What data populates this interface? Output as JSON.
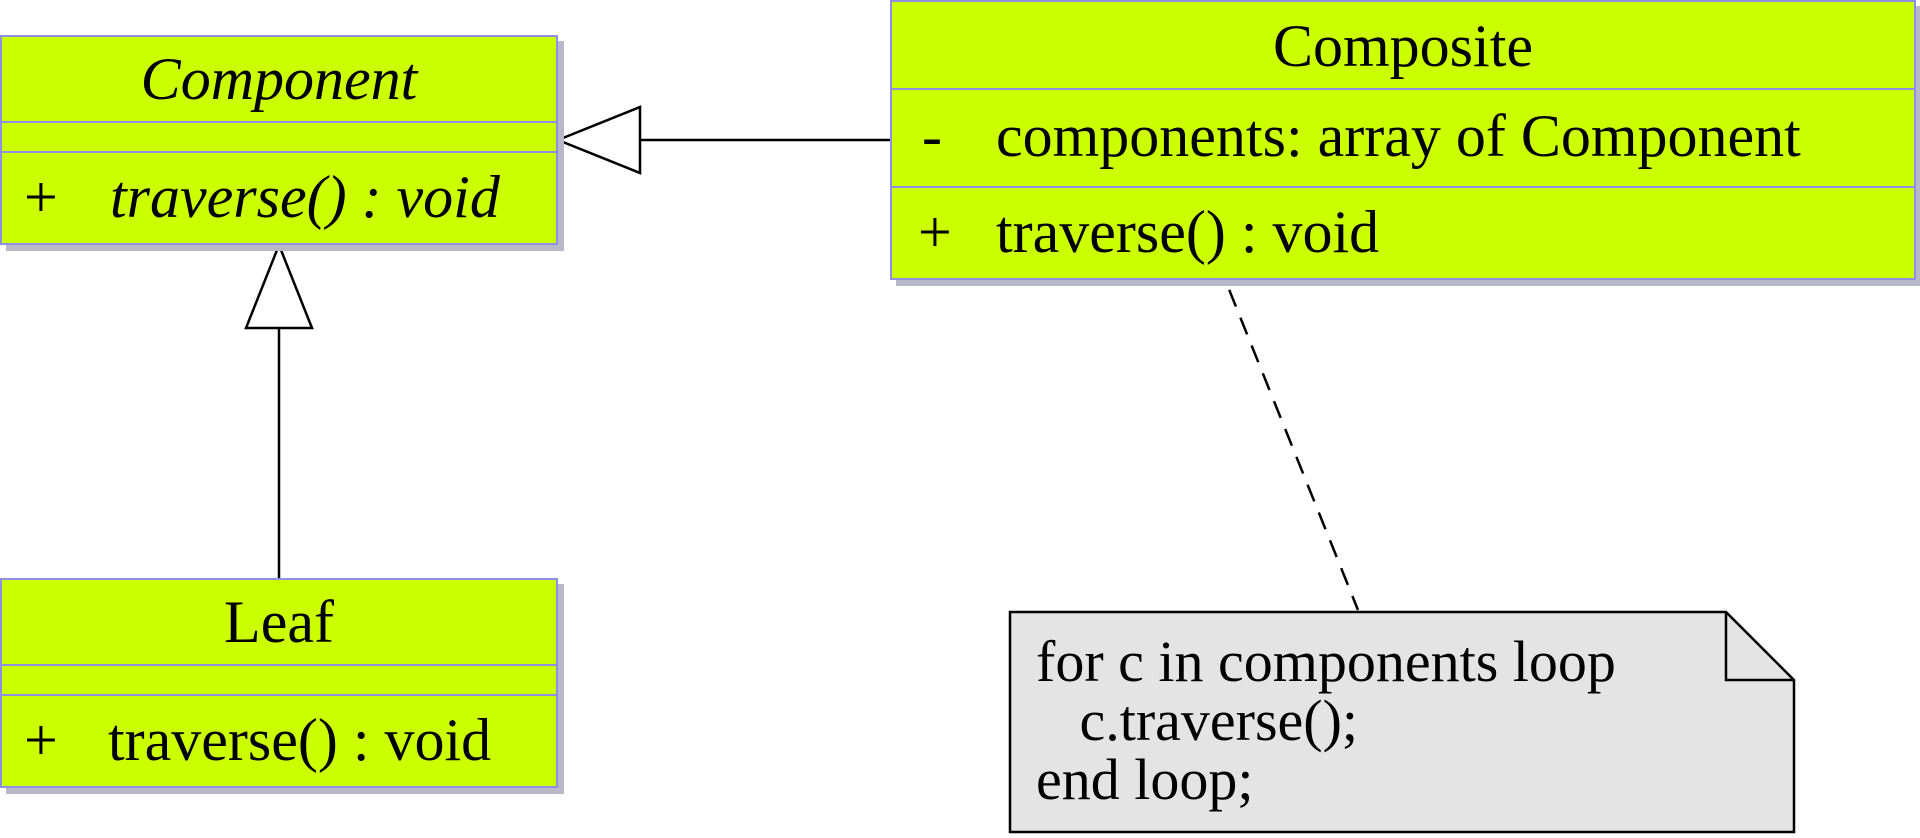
{
  "classes": {
    "component": {
      "name": "Component",
      "operations": [
        {
          "visibility": "+",
          "signature": "traverse() : void"
        }
      ]
    },
    "composite": {
      "name": "Composite",
      "attributes": [
        {
          "visibility": "-",
          "signature": "components: array of Component"
        }
      ],
      "operations": [
        {
          "visibility": "+",
          "signature": "traverse() : void"
        }
      ]
    },
    "leaf": {
      "name": "Leaf",
      "operations": [
        {
          "visibility": "+",
          "signature": "traverse() : void"
        }
      ]
    }
  },
  "note": {
    "lines": [
      "for c in components loop",
      "   c.traverse();",
      "end loop;"
    ]
  },
  "colors": {
    "class_fill": "#ccff00",
    "class_border": "#8f8fe6",
    "note_fill": "#e4e4e4"
  }
}
